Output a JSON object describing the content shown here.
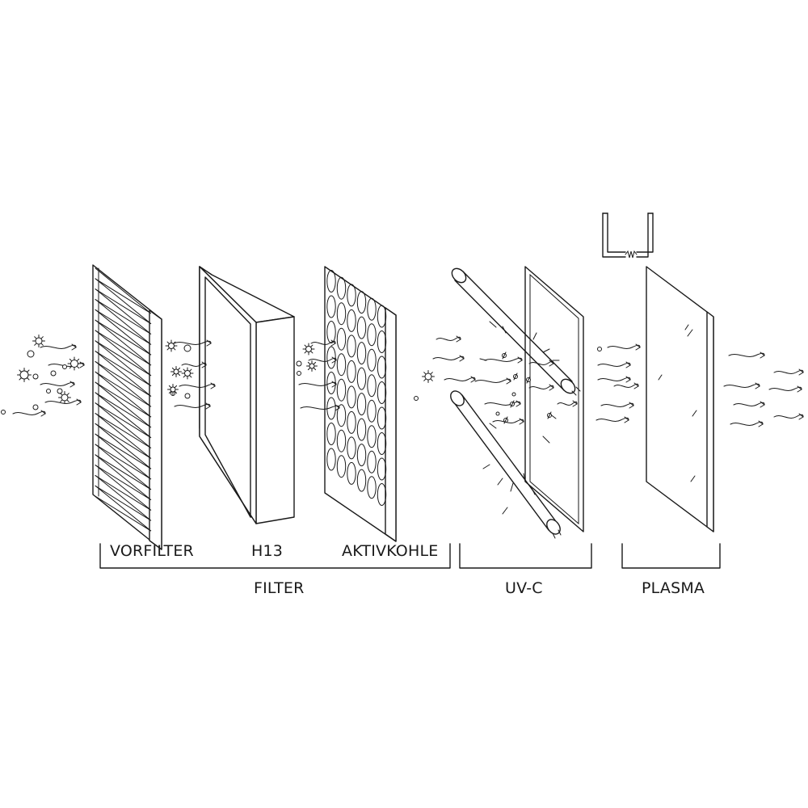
{
  "labels": {
    "vorfilter": "VORFILTER",
    "h13": "H13",
    "aktivkohle": "AKTIVKOHLE",
    "filter": "FILTER",
    "uvc": "UV-C",
    "plasma": "PLASMA"
  },
  "colors": {
    "line": "#1a1a1a",
    "background": "#ffffff"
  },
  "icons": [
    "airflow-arrow-icon",
    "particle-icon",
    "germ-icon",
    "uv-lamp-icon",
    "electrode-icon"
  ]
}
